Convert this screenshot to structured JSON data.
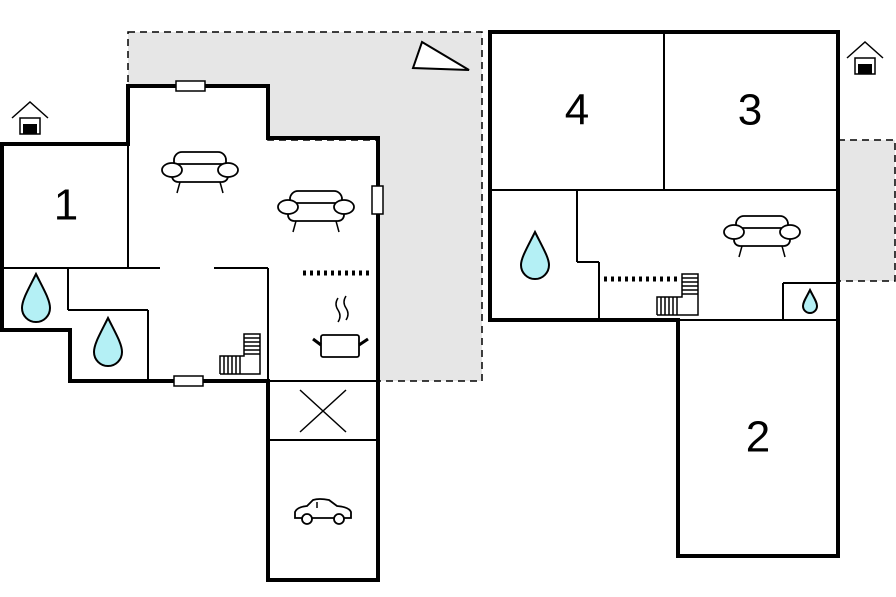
{
  "floor_plan": {
    "rooms": [
      {
        "id": "room-1",
        "label": "1"
      },
      {
        "id": "room-2",
        "label": "2"
      },
      {
        "id": "room-3",
        "label": "3"
      },
      {
        "id": "room-4",
        "label": "4"
      }
    ],
    "icons": [
      "house-entrance-icon",
      "compass-north-icon",
      "sofa-icon",
      "water-drop-icon",
      "stairs-icon",
      "kitchen-pot-icon",
      "car-icon",
      "cross-icon"
    ],
    "colors": {
      "terrace": "#e6e6e6",
      "water": "#b4f0f5",
      "walls": "#000000"
    }
  }
}
